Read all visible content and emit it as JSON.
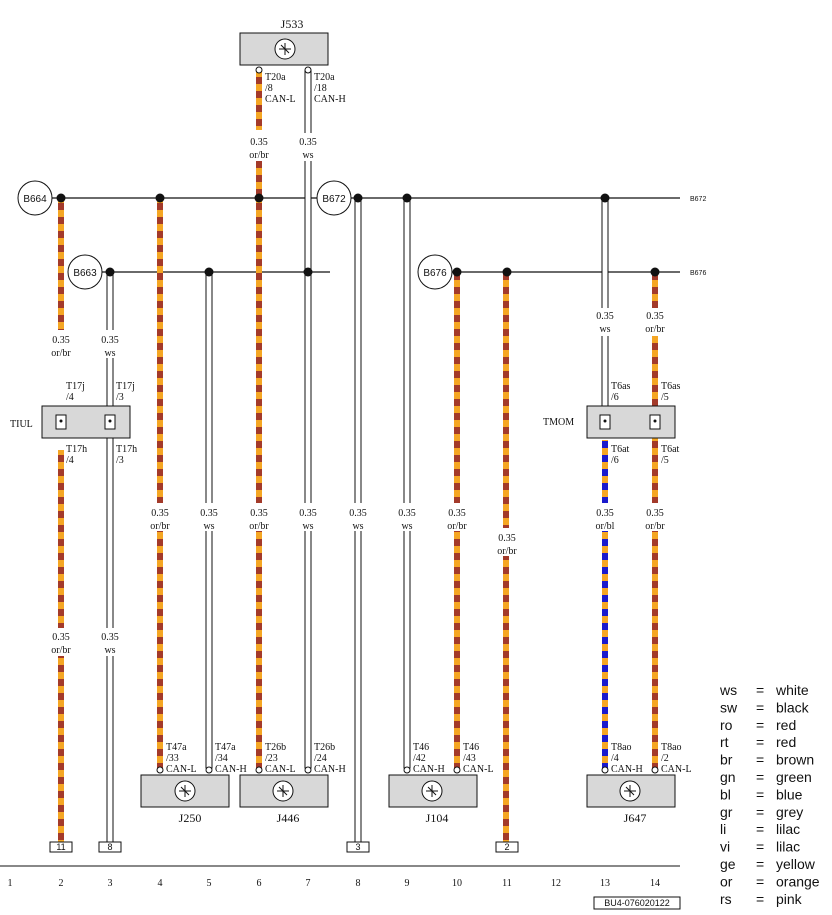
{
  "components": {
    "j533": "J533",
    "j250": "J250",
    "j446": "J446",
    "j104": "J104",
    "j647": "J647",
    "tiul": "TIUL",
    "tmom": "TMOM"
  },
  "nodes": {
    "b664": "B664",
    "b663": "B663",
    "b672": "B672",
    "b676": "B676",
    "b672_edge": "B672",
    "b676_edge": "B676"
  },
  "wire_labels": {
    "size": "0.35",
    "orbr": "or/br",
    "ws": "ws",
    "orbl": "or/bl"
  },
  "pins": {
    "t20a_8": [
      "T20a",
      "/8",
      "CAN-L"
    ],
    "t20a_18": [
      "T20a",
      "/18",
      "CAN-H"
    ],
    "t17j_4": [
      "T17j",
      "/4"
    ],
    "t17j_3": [
      "T17j",
      "/3"
    ],
    "t17h_4": [
      "T17h",
      "/4"
    ],
    "t17h_3": [
      "T17h",
      "/3"
    ],
    "t6as_6": [
      "T6as",
      "/6"
    ],
    "t6as_5": [
      "T6as",
      "/5"
    ],
    "t6at_6": [
      "T6at",
      "/6"
    ],
    "t6at_5": [
      "T6at",
      "/5"
    ],
    "t47a_33": [
      "T47a",
      "/33",
      "CAN-L"
    ],
    "t47a_34": [
      "T47a",
      "/34",
      "CAN-H"
    ],
    "t26b_23": [
      "T26b",
      "/23",
      "CAN-L"
    ],
    "t26b_24": [
      "T26b",
      "/24",
      "CAN-H"
    ],
    "t46_42": [
      "T46",
      "/42",
      "CAN-H"
    ],
    "t46_43": [
      "T46",
      "/43",
      "CAN-L"
    ],
    "t8ao_4": [
      "T8ao",
      "/4",
      "CAN-H"
    ],
    "t8ao_2": [
      "T8ao",
      "/2",
      "CAN-L"
    ]
  },
  "refs": {
    "r2": "11",
    "r3": "8",
    "r8": "3",
    "r11": "2"
  },
  "columns": [
    "1",
    "2",
    "3",
    "4",
    "5",
    "6",
    "7",
    "8",
    "9",
    "10",
    "11",
    "12",
    "13",
    "14"
  ],
  "legend": [
    {
      "code": "ws",
      "eq": "=",
      "name": "white"
    },
    {
      "code": "sw",
      "eq": "=",
      "name": "black"
    },
    {
      "code": "ro",
      "eq": "=",
      "name": "red"
    },
    {
      "code": "rt",
      "eq": "=",
      "name": "red"
    },
    {
      "code": "br",
      "eq": "=",
      "name": "brown"
    },
    {
      "code": "gn",
      "eq": "=",
      "name": "green"
    },
    {
      "code": "bl",
      "eq": "=",
      "name": "blue"
    },
    {
      "code": "gr",
      "eq": "=",
      "name": "grey"
    },
    {
      "code": "li",
      "eq": "=",
      "name": "lilac"
    },
    {
      "code": "vi",
      "eq": "=",
      "name": "lilac"
    },
    {
      "code": "ge",
      "eq": "=",
      "name": "yellow"
    },
    {
      "code": "or",
      "eq": "=",
      "name": "orange"
    },
    {
      "code": "rs",
      "eq": "=",
      "name": "pink"
    }
  ],
  "doc_id": "BU4-076020122",
  "colors": {
    "orange": "#f5a623",
    "brown": "#a33a2a",
    "blue": "#1a1acc",
    "line": "#111111",
    "box": "#d8d8d8"
  }
}
